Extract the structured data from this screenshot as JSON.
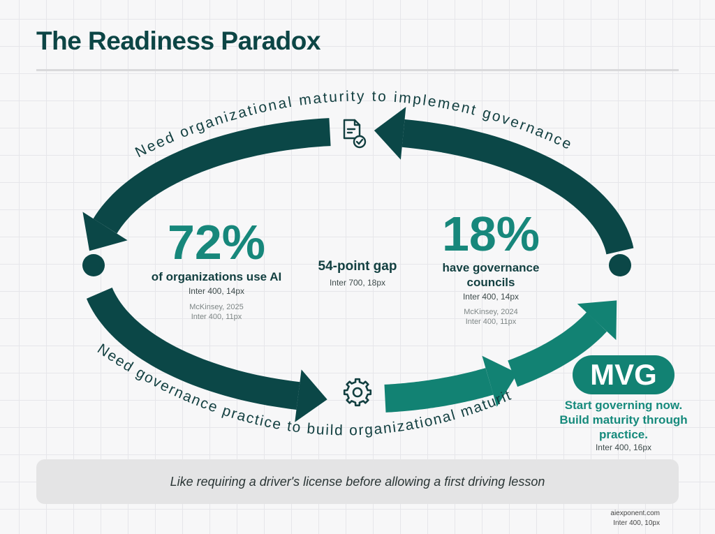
{
  "title": "The Readiness Paradox",
  "cycle": {
    "top_text": "Need organizational maturity to implement governance",
    "bottom_text": "Need governance practice to build organizational maturity",
    "top_icon": "document-check-icon",
    "bottom_icon": "gear-icon",
    "colors": {
      "dark": "#0b4747",
      "teal": "#128273"
    }
  },
  "stat_left": {
    "value": "72%",
    "label": "of organizations use AI",
    "spec": "Inter 400, 14px",
    "source": "McKinsey, 2025",
    "source_spec": "Inter 400, 11px"
  },
  "gap": {
    "label": "54-point gap",
    "spec": "Inter 700, 18px"
  },
  "stat_right": {
    "value": "18%",
    "label_line1": "have governance",
    "label_line2": "councils",
    "spec": "Inter 400, 14px",
    "source": "McKinsey, 2024",
    "source_spec": "Inter 400, 11px"
  },
  "mvg": {
    "badge": "MVG",
    "line1": "Start governing now.",
    "line2": "Build maturity through",
    "line3": "practice.",
    "spec": "Inter 400, 16px"
  },
  "footer": {
    "text": "Like requiring a driver's license before allowing a first driving lesson"
  },
  "credit": {
    "site": "aiexponent.com",
    "spec": "Inter 400, 10px"
  }
}
